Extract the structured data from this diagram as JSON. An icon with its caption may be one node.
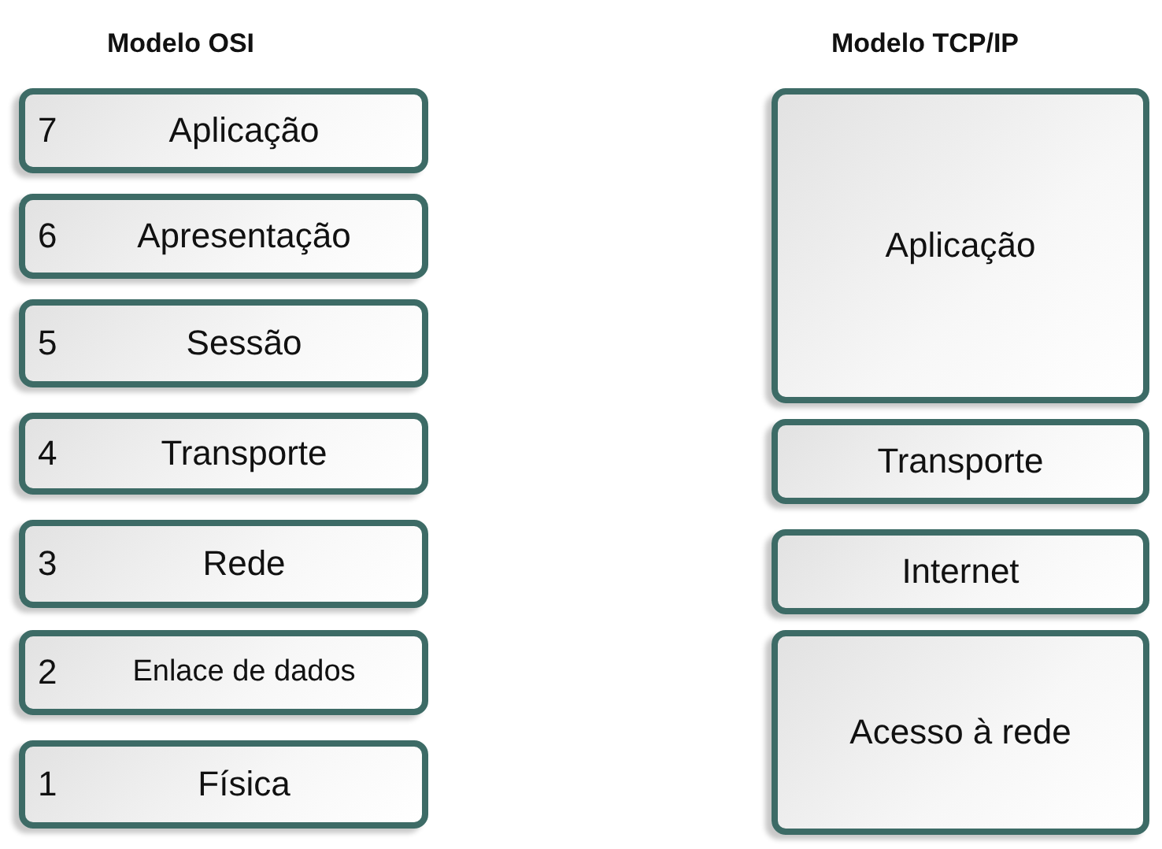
{
  "diagram": {
    "nodes": [
      {
        "text": [
          "7",
          "Aplicação"
        ]
      },
      {
        "text": [
          "6",
          "Apresentação"
        ]
      },
      {
        "text": [
          "5",
          "Sessão"
        ]
      },
      {
        "text": [
          "4",
          "Transporte"
        ]
      },
      {
        "text": [
          "3",
          "Rede"
        ]
      },
      {
        "text": [
          "2",
          "Enlace de dados"
        ]
      },
      {
        "text": [
          "1",
          "Física"
        ]
      },
      {
        "text": [
          "Aplicação"
        ]
      },
      {
        "text": [
          "Transporte"
        ]
      },
      {
        "text": [
          "Internet"
        ]
      },
      {
        "text": [
          "Acesso à rede"
        ]
      }
    ],
    "edges": [],
    "labels": [
      "Modelo OSI",
      "Modelo TCP/IP"
    ]
  }
}
